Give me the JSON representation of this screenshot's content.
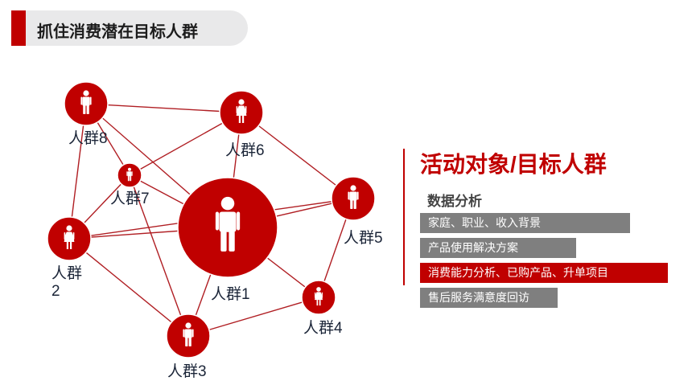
{
  "header": {
    "title": "抓住消费潜在目标人群"
  },
  "colors": {
    "accent": "#c00000",
    "bar_gray": "#7f7f7f",
    "edge": "#b01e23"
  },
  "nodes": [
    {
      "id": "n1",
      "label": "人群1",
      "gender": "male"
    },
    {
      "id": "n2",
      "label": "人群 2",
      "gender": "female"
    },
    {
      "id": "n3",
      "label": "人群3",
      "gender": "male"
    },
    {
      "id": "n4",
      "label": "人群4",
      "gender": "female"
    },
    {
      "id": "n5",
      "label": "人群5",
      "gender": "male"
    },
    {
      "id": "n6",
      "label": "人群6",
      "gender": "female"
    },
    {
      "id": "n7",
      "label": "人群7",
      "gender": "male"
    },
    {
      "id": "n8",
      "label": "人群8",
      "gender": "male"
    }
  ],
  "edges": [
    [
      "n8",
      "n6"
    ],
    [
      "n8",
      "n7"
    ],
    [
      "n8",
      "n2"
    ],
    [
      "n8",
      "n1"
    ],
    [
      "n6",
      "n7"
    ],
    [
      "n6",
      "n5"
    ],
    [
      "n6",
      "n1"
    ],
    [
      "n7",
      "n2"
    ],
    [
      "n7",
      "n3"
    ],
    [
      "n7",
      "n1"
    ],
    [
      "n2",
      "n1"
    ],
    [
      "n2",
      "n5"
    ],
    [
      "n2",
      "n3"
    ],
    [
      "n1",
      "n5"
    ],
    [
      "n1",
      "n4"
    ],
    [
      "n1",
      "n3"
    ],
    [
      "n5",
      "n4"
    ],
    [
      "n3",
      "n4"
    ]
  ],
  "panel": {
    "title": "活动对象/目标人群",
    "subtitle": "数据分析",
    "items": [
      {
        "text": "家庭、职业、收入背景",
        "highlight": false
      },
      {
        "text": "产品使用解决方案",
        "highlight": false
      },
      {
        "text": "消费能力分析、已购产品、升单项目",
        "highlight": true
      },
      {
        "text": "售后服务满意度回访",
        "highlight": false
      }
    ]
  }
}
